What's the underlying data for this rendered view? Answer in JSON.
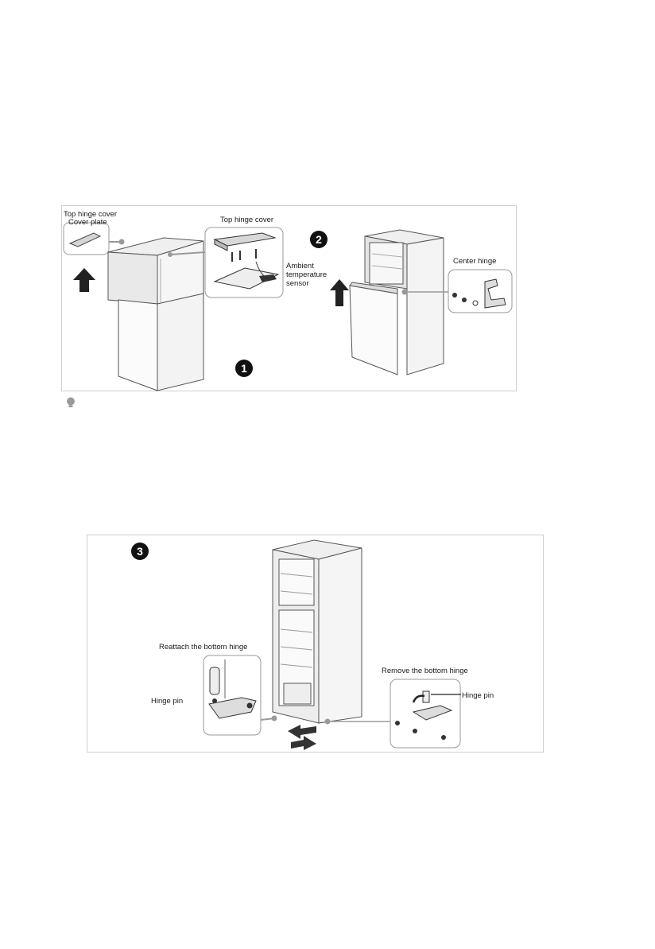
{
  "figure1": {
    "label_top_hinge_cover_left": "Top hinge cover",
    "label_cover_plate": "Cover plate",
    "label_top_hinge_cover_detail": "Top hinge cover",
    "label_ambient_sensor": "Ambient temperature sensor",
    "label_center_hinge": "Center hinge",
    "step1": "1",
    "step2": "2"
  },
  "note": {
    "icon": "note-icon"
  },
  "figure2": {
    "step3": "3",
    "label_reattach": "Reattach the bottom hinge",
    "label_hinge_pin_left": "Hinge pin",
    "label_remove": "Remove the bottom hinge",
    "label_hinge_pin_right": "Hinge pin"
  }
}
